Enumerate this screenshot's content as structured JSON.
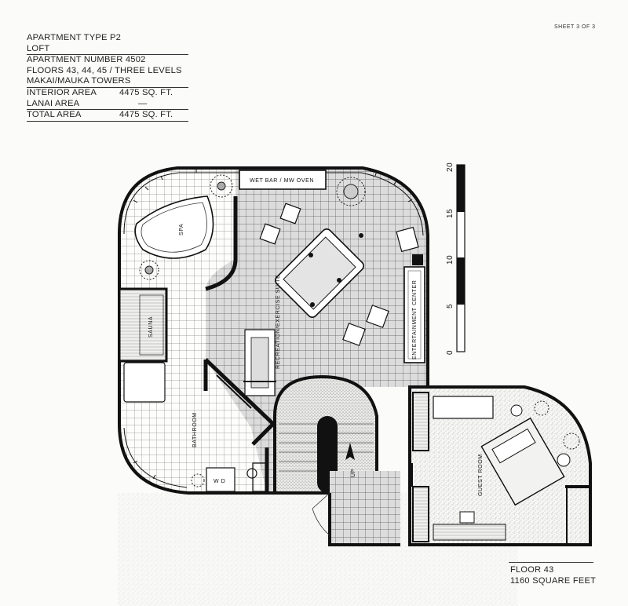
{
  "sheet_label": "SHEET 3 OF 3",
  "spec": {
    "apartment_type": "APARTMENT TYPE P2",
    "style": "LOFT",
    "apartment_number": "APARTMENT NUMBER 4502",
    "floors": "FLOORS 43, 44, 45 / THREE LEVELS",
    "towers": "MAKAI/MAUKA TOWERS",
    "interior_label": "INTERIOR AREA",
    "interior_value": "4475 SQ. FT.",
    "lanai_label": "LANAI AREA",
    "lanai_value": "—",
    "total_label": "TOTAL AREA",
    "total_value": "4475 SQ. FT."
  },
  "footer": {
    "floor": "FLOOR 43",
    "area": "1160 SQUARE FEET"
  },
  "scale_bar": {
    "ticks": [
      "0",
      "5",
      "10",
      "15",
      "20"
    ]
  },
  "rooms": {
    "spa": "SPA",
    "sauna": "SAUNA",
    "bathroom": "BATHROOM",
    "wd": "W D",
    "recreation": "RECREATION/EXERCISE SUITE",
    "entertainment": "ENTERTAINMENT CENTER",
    "wet_bar": "WET BAR / MW OVEN",
    "up": "UP",
    "guest_room": "GUEST ROOM"
  },
  "colors": {
    "wall": "#111111",
    "tile": "#888888",
    "stipple": "#b5b5b5",
    "paper": "#fbfbf9"
  }
}
